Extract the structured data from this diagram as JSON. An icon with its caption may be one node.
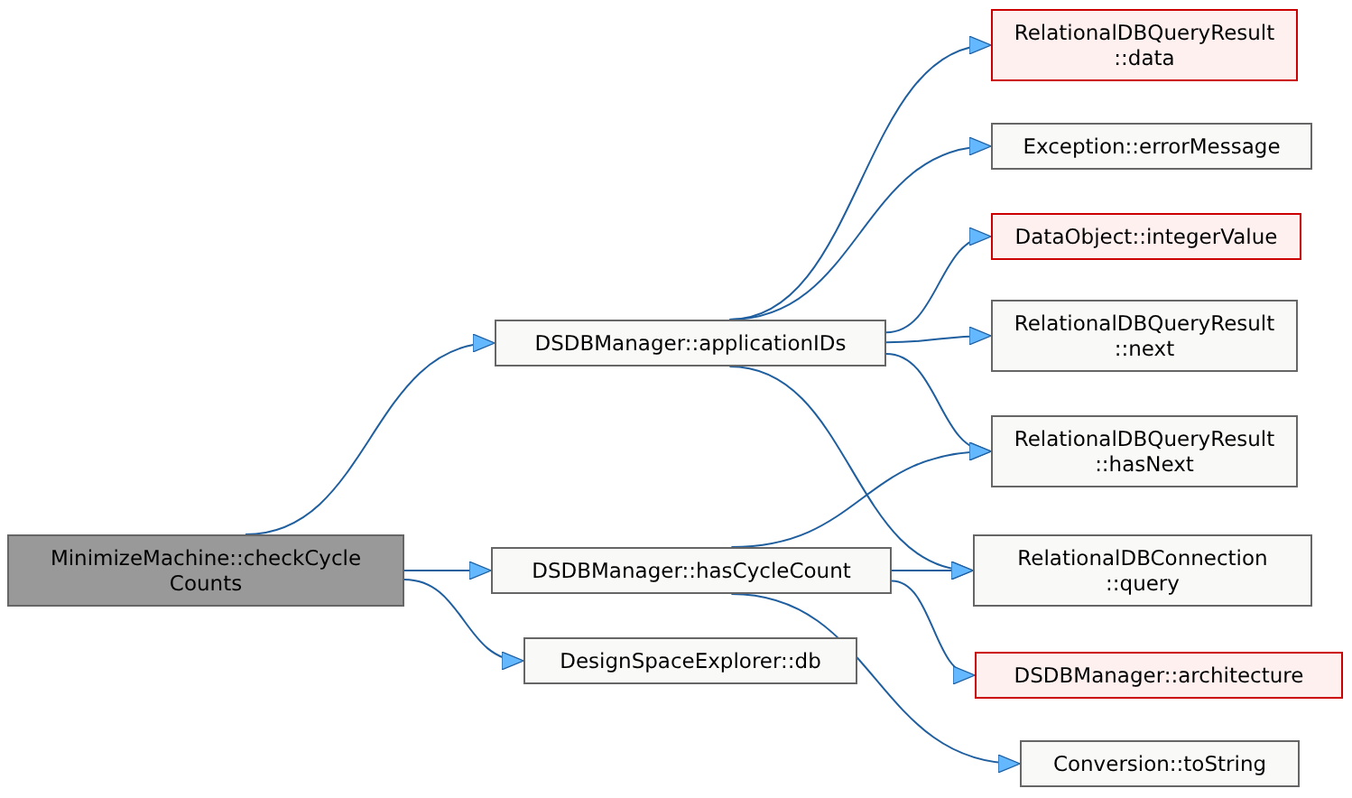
{
  "diagram": {
    "nodes": [
      {
        "text": [
          "MinimizeMachine::checkCycle Counts"
        ]
      },
      {
        "text": [
          "DSDBManager::applicationIDs"
        ]
      },
      {
        "text": [
          "DSDBManager::hasCycleCount"
        ]
      },
      {
        "text": [
          "DesignSpaceExplorer::db"
        ]
      },
      {
        "text": [
          "RelationalDBQueryResult ::data"
        ]
      },
      {
        "text": [
          "Exception::errorMessage"
        ]
      },
      {
        "text": [
          "DataObject::integerValue"
        ]
      },
      {
        "text": [
          "RelationalDBQueryResult ::next"
        ]
      },
      {
        "text": [
          "RelationalDBQueryResult ::hasNext"
        ]
      },
      {
        "text": [
          "RelationalDBConnection ::query"
        ]
      },
      {
        "text": [
          "DSDBManager::architecture"
        ]
      },
      {
        "text": [
          "Conversion::toString"
        ]
      }
    ],
    "edges": [
      {
        "from": 0,
        "to": 1,
        "arrow": "to"
      },
      {
        "from": 0,
        "to": 2,
        "arrow": "to"
      },
      {
        "from": 0,
        "to": 3,
        "arrow": "to"
      },
      {
        "from": 1,
        "to": 4,
        "arrow": "to"
      },
      {
        "from": 1,
        "to": 5,
        "arrow": "to"
      },
      {
        "from": 1,
        "to": 6,
        "arrow": "to"
      },
      {
        "from": 1,
        "to": 7,
        "arrow": "to"
      },
      {
        "from": 1,
        "to": 8,
        "arrow": "to"
      },
      {
        "from": 1,
        "to": 9,
        "arrow": "to"
      },
      {
        "from": 2,
        "to": 8,
        "arrow": "to"
      },
      {
        "from": 2,
        "to": 9,
        "arrow": "to"
      },
      {
        "from": 2,
        "to": 10,
        "arrow": "to"
      },
      {
        "from": 2,
        "to": 11,
        "arrow": "to"
      }
    ]
  }
}
